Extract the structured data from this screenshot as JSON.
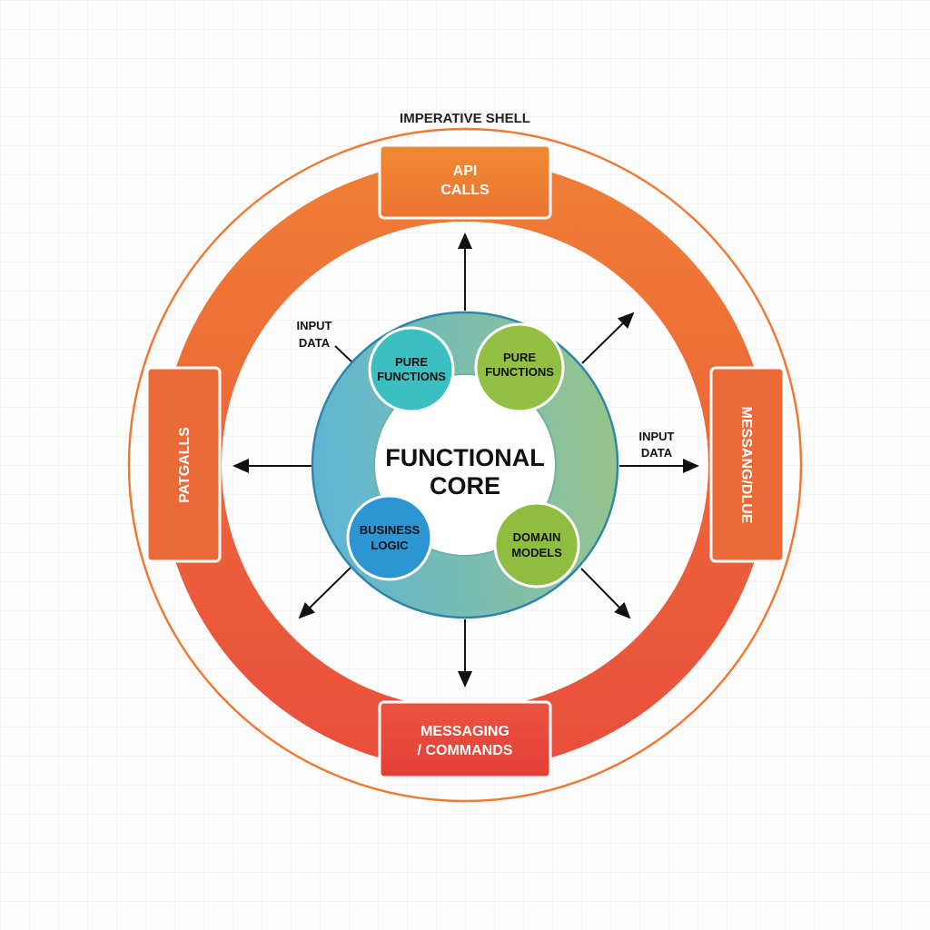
{
  "title": "IMPERATIVE SHELL",
  "core": {
    "line1": "FUNCTIONAL",
    "line2": "CORE"
  },
  "nodes": [
    {
      "line1": "PURE",
      "line2": "FUNCTIONS"
    },
    {
      "line1": "PURE",
      "line2": "FUNCTIONS"
    },
    {
      "line1": "BUSINESS",
      "line2": "LOGIC"
    },
    {
      "line1": "DOMAIN",
      "line2": "MODELS"
    }
  ],
  "boxes": {
    "top": {
      "line1": "API",
      "line2": "CALLS"
    },
    "left": "PATGALLS",
    "right": "MESSANG/DLUE",
    "bottom": {
      "line1": "MESSAGING",
      "line2": "/ COMMANDS"
    }
  },
  "annotations": [
    {
      "line1": "INPUT",
      "line2": "DATA"
    },
    {
      "line1": "INPUT",
      "line2": "DATA"
    }
  ],
  "colors": {
    "shell": "#ec6a35",
    "shell_bottom": "#e94b3c",
    "core_left": "#3aa6d0",
    "core_right": "#8fc26a",
    "teal": "#3bbfc0",
    "green": "#8fbd3f",
    "blue": "#2e95d3"
  }
}
